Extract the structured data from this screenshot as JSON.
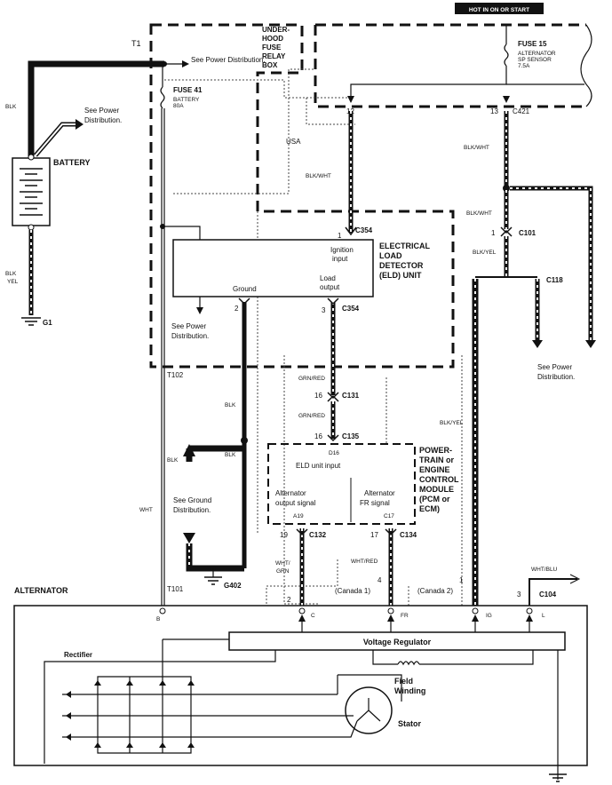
{
  "header": {
    "hot_label": "HOT IN ON OR START"
  },
  "fuse_box": {
    "terminal": "T1",
    "see_power": "See Power Distribution.",
    "title_lines": [
      "UNDER-",
      "HOOD",
      "FUSE",
      "RELAY",
      "BOX"
    ],
    "fuse41": "FUSE 41",
    "fuse41_desc": [
      "BATTERY",
      "80A"
    ],
    "usa": "USA",
    "t102": "T102",
    "see_power2": [
      "See Power",
      "Distribution."
    ]
  },
  "fuse15": {
    "label": "FUSE 15",
    "desc": [
      "ALTERNATOR",
      "SP SENSOR",
      "7.5A"
    ],
    "pin12": "12",
    "pin13": "13",
    "c421": "C421"
  },
  "battery": {
    "label": "BATTERY",
    "wire_top": "BLK",
    "see_power": [
      "See Power",
      "Distribution."
    ],
    "wire_bottom": [
      "BLK",
      "YEL"
    ],
    "ground": "G1"
  },
  "eld": {
    "title_lines": [
      "ELECTRICAL",
      "LOAD",
      "DETECTOR",
      "(ELD) UNIT"
    ],
    "pin1": "1",
    "c354_top": "C354",
    "ignition": [
      "Ignition",
      "input"
    ],
    "ground": "Ground",
    "load": [
      "Load",
      "output"
    ],
    "pin2": "2",
    "pin3": "3",
    "c354_bottom": "C354",
    "wire_in": "BLK/WHT"
  },
  "right_wires": {
    "blk_wht1": "BLK/WHT",
    "blk_wht2": "BLK/WHT",
    "pin1": "1",
    "c101": "C101",
    "blk_yel": "BLK/YEL",
    "c118": "C118",
    "see_power": [
      "See Power",
      "Distribution."
    ],
    "blk_yel2": "BLK/YEL"
  },
  "mid_wires": {
    "grn_red1": "GRN/RED",
    "pin16a": "16",
    "c131": "C131",
    "grn_red2": "GRN/RED",
    "pin16b": "16",
    "c135": "C135",
    "blk1": "BLK",
    "blk2": "BLK",
    "blk3": "BLK",
    "see_ground": [
      "See Ground",
      "Distribution."
    ],
    "wht": "WHT",
    "t101": "T101",
    "g402": "G402"
  },
  "pcm": {
    "title_lines": [
      "POWER-",
      "TRAIN or",
      "ENGINE",
      "CONTROL",
      "MODULE",
      "(PCM or",
      "ECM)"
    ],
    "d16": "D16",
    "eld_input": "ELD unit input",
    "alt_output": [
      "Alternator",
      "output signal"
    ],
    "alt_fr": [
      "Alternator",
      "FR signal"
    ],
    "a19": "A19",
    "c17": "C17",
    "pin19": "19",
    "c132": "C132",
    "pin17": "17",
    "c134": "C134",
    "wht_grn": [
      "WHT/",
      "GRN"
    ],
    "wht_red": "WHT/RED",
    "pin4": "4",
    "canada1": "(Canada  1)",
    "pin2": "2",
    "pin1": "1",
    "canada2": "(Canada  2)",
    "pin3": "3",
    "c104": "C104",
    "wht_blu": "WHT/BLU"
  },
  "alternator": {
    "title": "ALTERNATOR",
    "term_b": "B",
    "term_c": "C",
    "term_fr": "FR",
    "term_ig": "IG",
    "term_l": "L",
    "regulator": "Voltage  Regulator",
    "rectifier": "Rectifier",
    "field": [
      "Field",
      "Winding"
    ],
    "stator": "Stator"
  }
}
